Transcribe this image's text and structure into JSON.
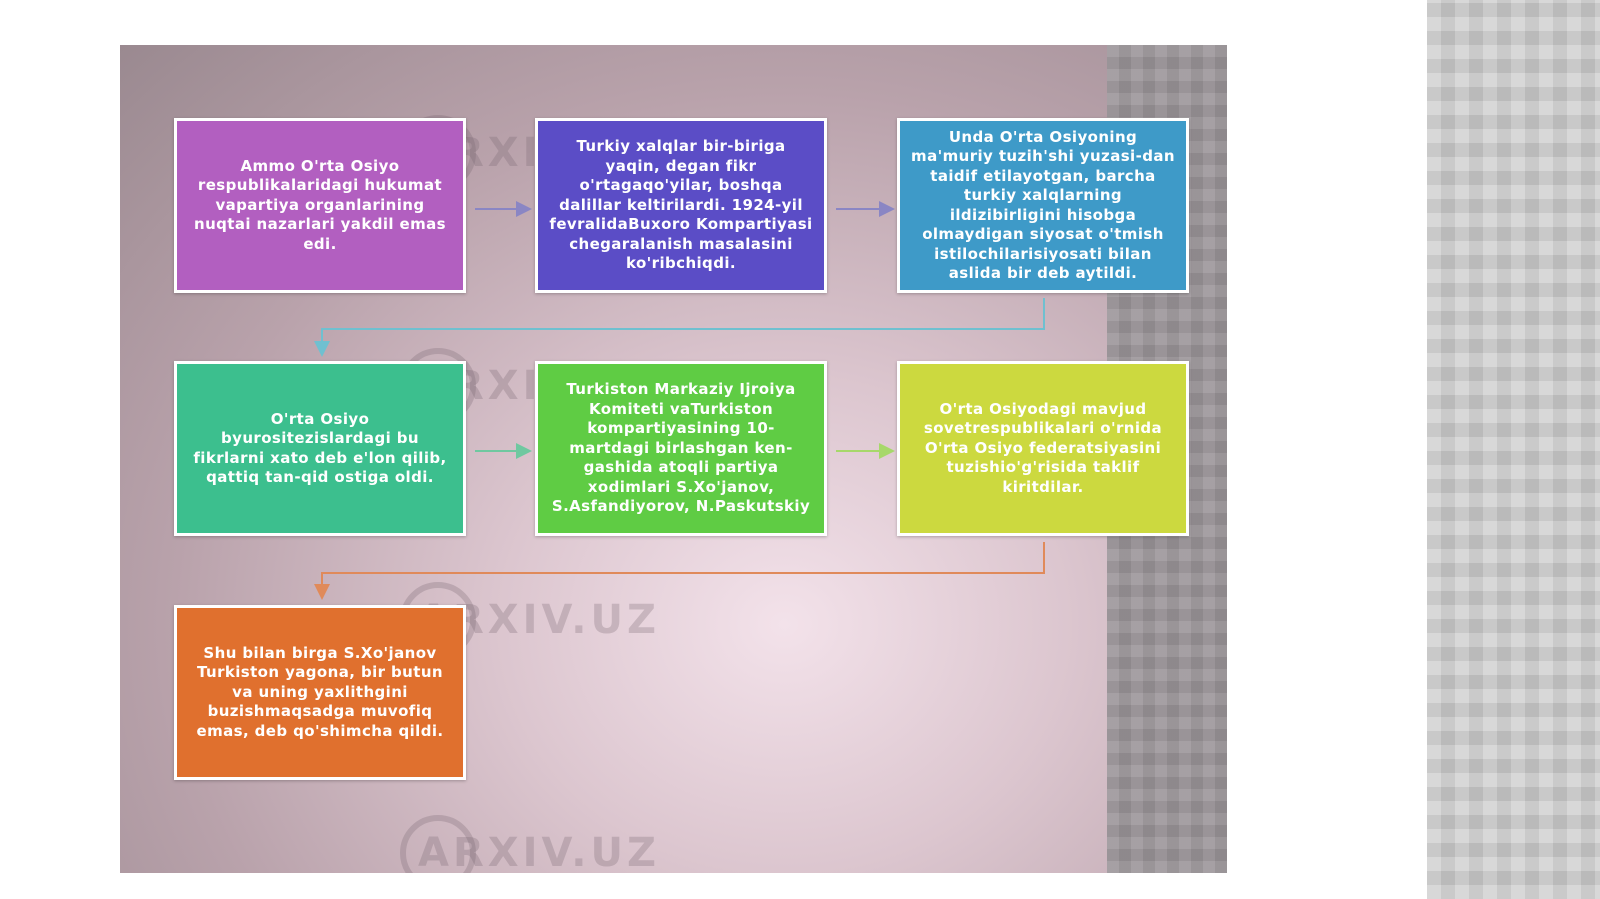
{
  "boxes": [
    {
      "id": "b1",
      "text": "Ammo O'rta Osiyo respublikalaridagi hukumat vapartiya organlarining nuqtai nazarlari yakdil emas edi.",
      "color": "#b25fc0"
    },
    {
      "id": "b2",
      "text": "Turkiy xalqlar bir-biriga yaqin, degan fikr o'rtagaqo'yilar, boshqa dalillar keltirilardi. 1924-yil fevralidaBuxoro Kompartiyasi chegaralanish masalasini ko'ribchiqdi.",
      "color": "#5b4dc6"
    },
    {
      "id": "b3",
      "text": "Unda O'rta Osiyoning ma'muriy tuzih'shi yuzasi-dan taidif etilayotgan, barcha turkiy xalqlarning ildizibirligini hisobga olmaydigan siyosat o'tmish istilochilarisiyosati bilan aslida bir deb aytildi.",
      "color": "#3e9ac8"
    },
    {
      "id": "b4",
      "text": "O'rta Osiyo byurositezislardagi bu fikrlarni xato deb e'lon qilib, qattiq tan-qid ostiga oldi.",
      "color": "#3cbf8e"
    },
    {
      "id": "b5",
      "text": "Turkiston Markaziy Ijroiya Komiteti vaTurkiston kompartiyasining 10-martdagi birlashgan ken-gashida atoqli partiya xodimlari S.Xo'janov, S.Asfandiyorov, N.Paskutskiy",
      "color": "#5fcc44"
    },
    {
      "id": "b6",
      "text": "O'rta Osiyodagi mavjud sovetrespublikalari o'rnida O'rta Osiyo federatsiyasini tuzishio'g'risida taklif kiritdilar.",
      "color": "#ccd93f"
    },
    {
      "id": "b7",
      "text": "Shu bilan birga S.Xo'janov Turkiston yagona, bir butun va uning yaxlithgini buzishmaqsadga muvofiq emas, deb qo'shimcha qildi.",
      "color": "#e0702e"
    }
  ],
  "watermark": "ARXIV.UZ",
  "colors": {
    "arrow_row1": "#8a86c4",
    "arrow_row2": "#6fc8a0",
    "arrow_row2b": "#a7d86a",
    "link_row1_row2": "#6fc0d0",
    "link_row2_row3": "#e08a5a"
  }
}
